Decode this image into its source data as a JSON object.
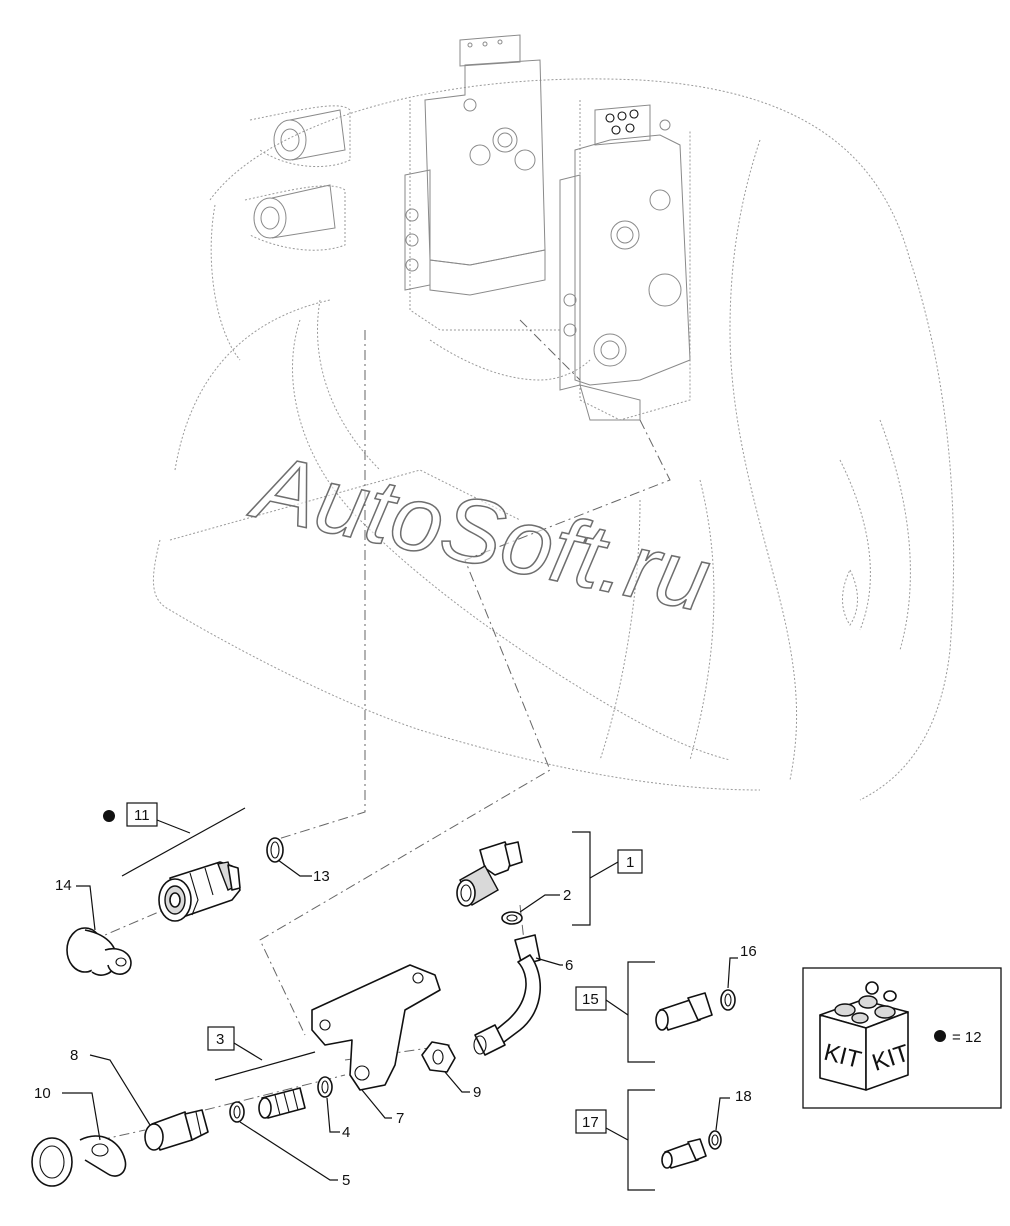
{
  "watermark": "AutoSoft.ru",
  "callouts": {
    "c1": "1",
    "c2": "2",
    "c3": "3",
    "c4": "4",
    "c5": "5",
    "c6": "6",
    "c7": "7",
    "c8": "8",
    "c9": "9",
    "c10": "10",
    "c11": "11",
    "c13": "13",
    "c14": "14",
    "c15": "15",
    "c16": "16",
    "c17": "17",
    "c18": "18"
  },
  "kit_legend": {
    "word_left": "KIT",
    "word_right": "KIT",
    "equals_text": "= 12"
  },
  "colors": {
    "line": "#111111",
    "ghost": "#9a9a9a",
    "watermark_stroke": "#6e6e6e"
  }
}
